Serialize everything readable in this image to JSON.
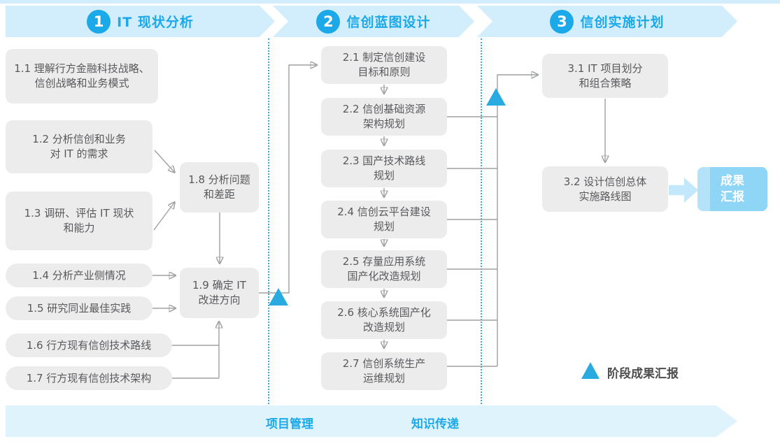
{
  "colors": {
    "accent_blue": "#1BA9E9",
    "band_bg": "#D2EDFB",
    "box_bg": "#ECECED",
    "box_text": "#58595B",
    "connector_gray": "#9FA0A0",
    "milestone_blue": "#29ABE2",
    "divider_dotted_blue": "#2FB0EA",
    "result_box_bg": "#8FD5F6",
    "result_box_stripe": "#B4E3F9",
    "result_arrow_bg": "#C3E8FB",
    "bottom_bar_bg": "#DFF3FC"
  },
  "header": {
    "phases": [
      {
        "number": "1",
        "title": "IT 现状分析"
      },
      {
        "number": "2",
        "title": "信创蓝图设计"
      },
      {
        "number": "3",
        "title": "信创实施计划"
      }
    ]
  },
  "phase1": {
    "boxes": [
      {
        "label": "1.1 理解行方金融科技战略、\n信创战略和业务模式"
      },
      {
        "label": "1.2 分析信创和业务\n对 IT 的需求"
      },
      {
        "label": "1.3 调研、评估 IT 现状\n和能力"
      },
      {
        "label": "1.4 分析产业侧情况"
      },
      {
        "label": "1.5 研究同业最佳实践"
      },
      {
        "label": "1.6 行方现有信创技术路线"
      },
      {
        "label": "1.7 行方现有信创技术架构"
      },
      {
        "label": "1.8 分析问题\n和差距"
      },
      {
        "label": "1.9 确定 IT\n改进方向"
      }
    ]
  },
  "phase2": {
    "boxes": [
      {
        "label": "2.1 制定信创建设\n目标和原则"
      },
      {
        "label": "2.2 信创基础资源\n架构规划"
      },
      {
        "label": "2.3 国产技术路线\n规划"
      },
      {
        "label": "2.4 信创云平台建设\n规划"
      },
      {
        "label": "2.5 存量应用系统\n国产化改造规划"
      },
      {
        "label": "2.6 核心系统国产化\n改造规划"
      },
      {
        "label": "2.7 信创系统生产\n运维规划"
      }
    ]
  },
  "phase3": {
    "boxes": [
      {
        "label": "3.1 IT 项目划分\n和组合策略"
      },
      {
        "label": "3.2 设计信创总体\n实施路线图"
      }
    ],
    "result_label": "成果\n汇报"
  },
  "legend": {
    "label": "阶段成果汇报"
  },
  "bottom_bar": {
    "items": [
      {
        "label": "项目管理"
      },
      {
        "label": "知识传递"
      }
    ]
  }
}
